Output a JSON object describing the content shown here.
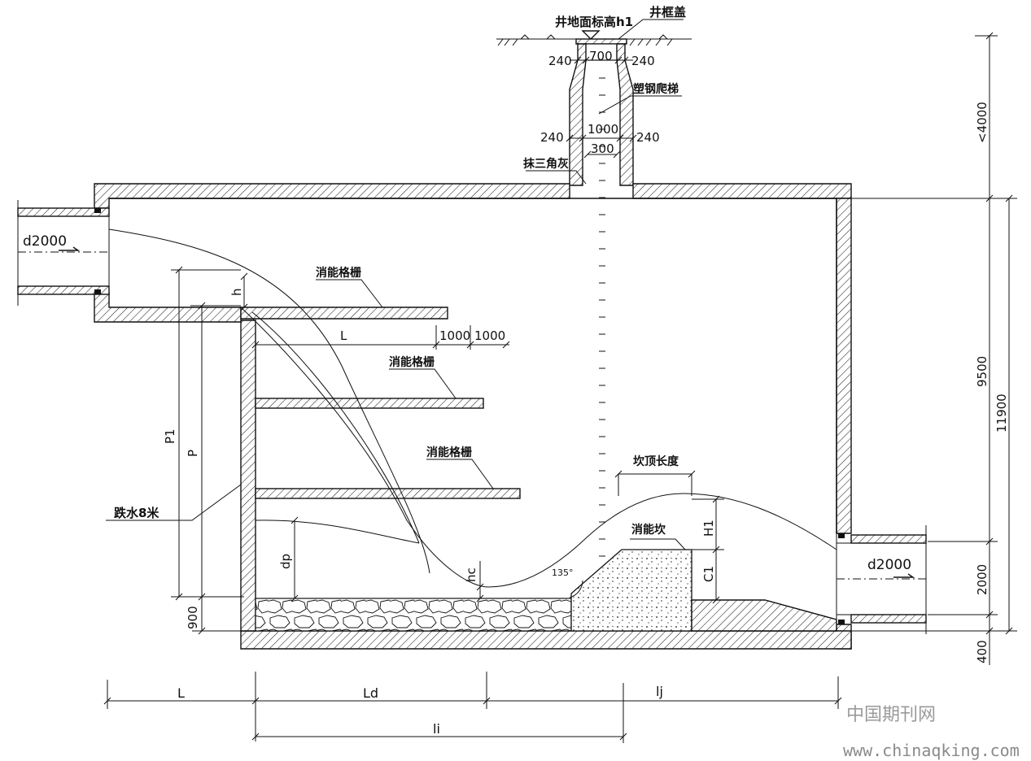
{
  "diagram": {
    "top_labels": {
      "ground_elevation": "井地面标高h1",
      "manhole_cover": "井框盖",
      "ladder": "塑钢爬梯",
      "fillet": "抹三角灰"
    },
    "shaft_dims": {
      "top_width": "700",
      "top_wall_left": "240",
      "top_wall_right": "240",
      "bottom_width": "1000",
      "bottom_wall_left": "240",
      "bottom_wall_right": "240",
      "ladder_width": "300"
    },
    "pipes": {
      "inlet": "d2000",
      "outlet": "d2000"
    },
    "grates": {
      "label_1": "消能格栅",
      "label_2": "消能格栅",
      "label_3": "消能格栅",
      "dim_1": "1000",
      "dim_2": "1000",
      "L": "L"
    },
    "left_dims": {
      "h": "h",
      "P1": "P1",
      "P": "P",
      "drop": "跌水8米",
      "dp": "dp",
      "base": "900",
      "hc": "hc"
    },
    "energy_block": {
      "label": "消能坎",
      "top_length": "坎顶长度",
      "angle": "135°",
      "H1": "H1",
      "C1": "C1"
    },
    "right_dims": {
      "d1": "<4000",
      "d2": "9500",
      "d3": "11900",
      "d4": "2000",
      "d5": "400"
    },
    "bottom_dims": {
      "L": "L",
      "Ld": "Ld",
      "lj": "lj",
      "li": "li"
    },
    "watermark": {
      "cn": "中国期刊网",
      "url": "www.chinaqking.com"
    }
  }
}
